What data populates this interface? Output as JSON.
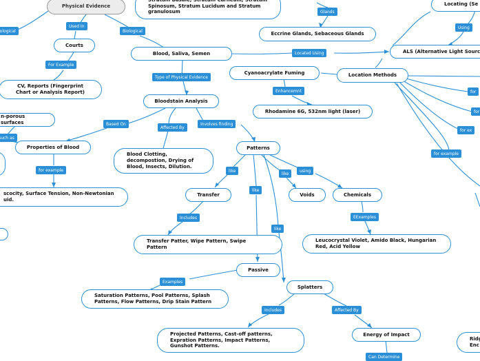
{
  "nodes": {
    "physical_evidence": "Physical Evidence",
    "stratum": "Stratum Basale, Stratum Carneum, Stratum\nSpinosum, Stratum Lucidum and Stratum\ngranulosum",
    "locating": "Locating (Se",
    "eccrine": "Eccrine Glands, Sebaceous Glands",
    "courts": "Courts",
    "blood_saliva": "Blood, Saliva, Semen",
    "als": "ALS (Alternative Light Source",
    "cyano": "Cyanoacrylate Fuming",
    "location_methods": "Location Methods",
    "cv_reports": "CV, Reports (Fingerprint\nChart or Analysis Report)",
    "rhodamine": "Rhodamine 6G, 532nm light (laser)",
    "bloodstain": "Bloodstain Analysis",
    "non_porous": "n-porous surfaces",
    "properties": "Properties of Blood",
    "blood_clotting": "Blood Clotting,\ndecompostion, Drying of\nBlood, Insects, Dilution.",
    "patterns": "Patterns",
    "viscosity": "scocity, Surface Tension, Non-Newtonian\nuid.",
    "transfer": "Transfer",
    "voids": "Voids",
    "chemicals": "Chemicals",
    "transfer_patterns": "Transfer Patter, Wipe Pattern, Swipe\nPattern",
    "leuco": "Leucocrystal Violet, Amido Black, Hungarian\nRed, Acid Yellow",
    "passive": "Passive",
    "saturation": "Saturation Patterns, Pool Patterns, Splash\nPatterns, Flow Patterns, Drip Stain Pattern",
    "splatters": "Splatters",
    "projected": "Projected Patterns, Cast-off patterns,\nExpration Patterns, Impact Patterns,\nGunshot Patterns.",
    "energy": "Energy of Impact",
    "ridge": "Ridg\nEnc"
  },
  "labels": {
    "l_biological_left": "iological",
    "l_used_in": "Used In",
    "l_biological": "Biological",
    "l_glands": "Glands",
    "l_using": "Using",
    "l_for_example_courts": "For Example",
    "l_located_using": "Located Using",
    "l_type_of_evidence": "Type of Physical Evidence",
    "l_enhancemnt": "Enhancemnt",
    "l_for_1": "for",
    "l_for_2": "for",
    "l_for_ex": "for ex",
    "l_for_example_right": "for example",
    "l_based_on": "Based On",
    "l_affected_by": "Affected By",
    "l_involves_finding": "Involves finding",
    "l_such_as": "such as",
    "l_for_example_props": "for example",
    "l_like_transfer": "like",
    "l_like_voids": "like",
    "l_using_chem": "using",
    "l_like_passive": "like",
    "l_includes_transfer": "Includes",
    "l_eexamples": "EExamples",
    "l_like_splatters": "like",
    "l_examples_passive": "Examples",
    "l_includes_splatters": "Includes",
    "l_affected_by_splatters": "Affected By",
    "l_can_determine": "Can Determine"
  }
}
